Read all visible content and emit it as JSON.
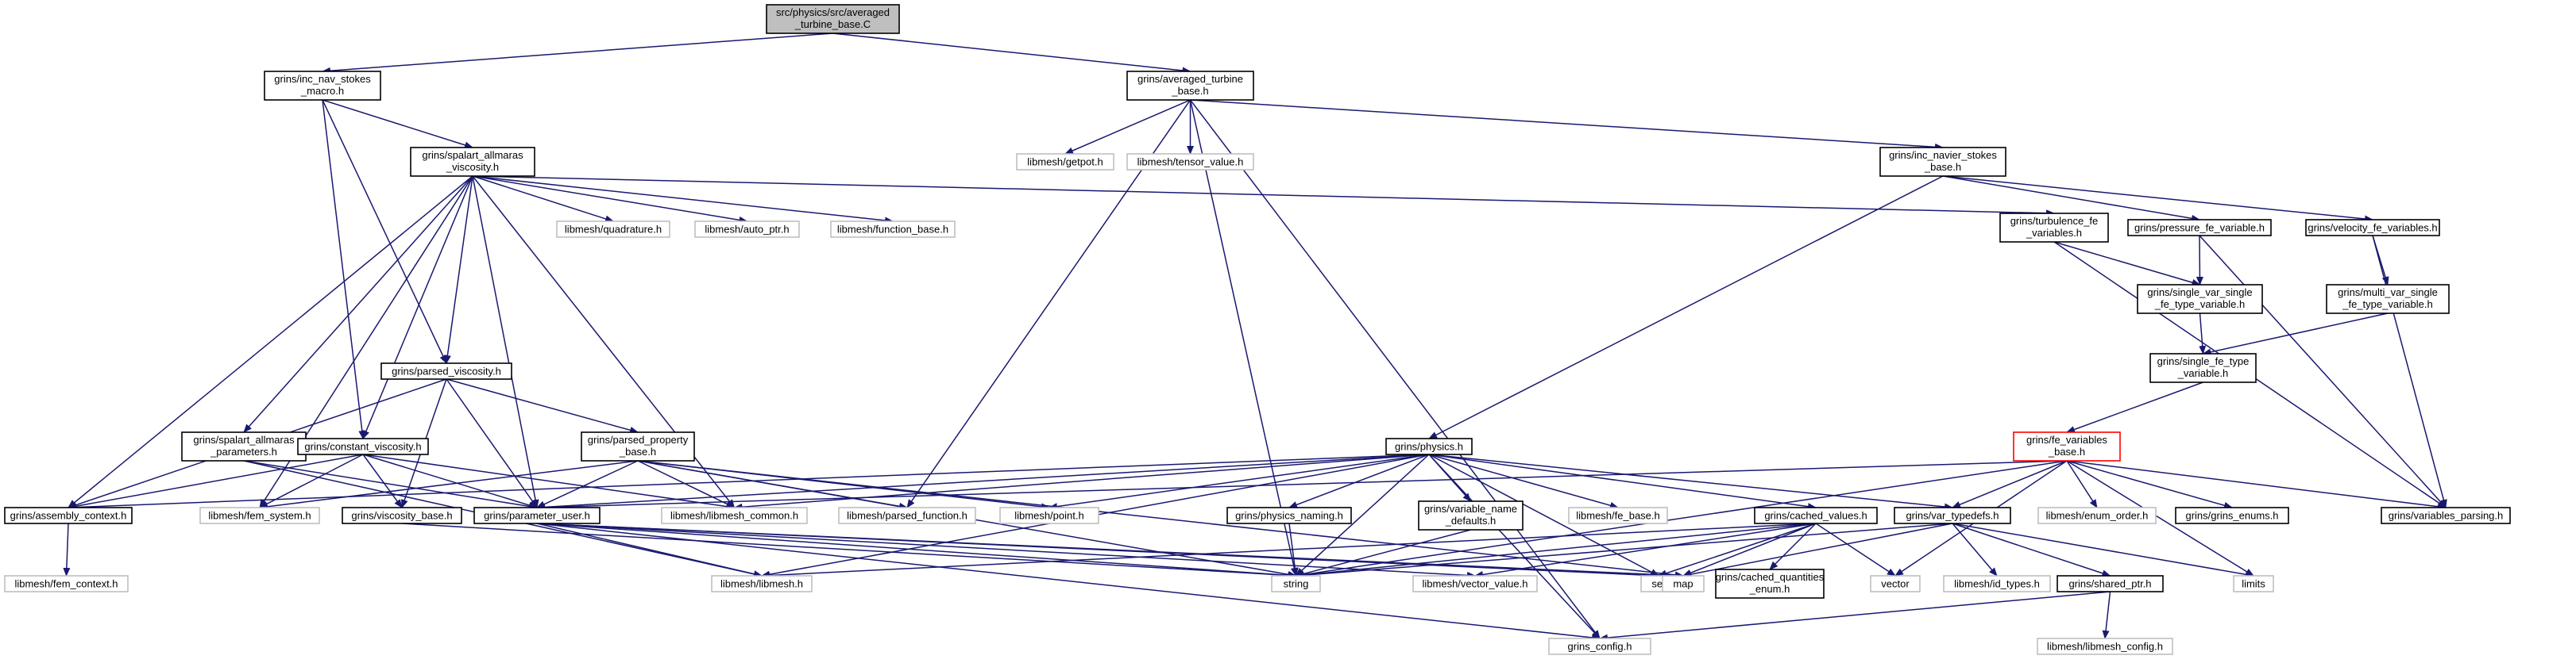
{
  "graph": {
    "edge_color": "#191970",
    "focus_fill": "#bfbfbf",
    "system_border": "#bfbfbf",
    "truncated_border": "#ff0000",
    "nodes": [
      {
        "id": "root",
        "lines": [
          "src/physics/src/averaged",
          "_turbine_base.C"
        ],
        "kind": "focus"
      },
      {
        "id": "ins_macro",
        "lines": [
          "grins/inc_nav_stokes",
          "_macro.h"
        ],
        "kind": "normal"
      },
      {
        "id": "avg_turb",
        "lines": [
          "grins/averaged_turbine",
          "_base.h"
        ],
        "kind": "normal"
      },
      {
        "id": "spalart_visc",
        "lines": [
          "grins/spalart_allmaras",
          "_viscosity.h"
        ],
        "kind": "normal"
      },
      {
        "id": "getpot",
        "lines": [
          "libmesh/getpot.h"
        ],
        "kind": "system"
      },
      {
        "id": "tensor_value",
        "lines": [
          "libmesh/tensor_value.h"
        ],
        "kind": "system"
      },
      {
        "id": "ins_base",
        "lines": [
          "grins/inc_navier_stokes",
          "_base.h"
        ],
        "kind": "normal"
      },
      {
        "id": "quadrature",
        "lines": [
          "libmesh/quadrature.h"
        ],
        "kind": "system"
      },
      {
        "id": "auto_ptr",
        "lines": [
          "libmesh/auto_ptr.h"
        ],
        "kind": "system"
      },
      {
        "id": "function_base",
        "lines": [
          "libmesh/function_base.h"
        ],
        "kind": "system"
      },
      {
        "id": "turb_fe",
        "lines": [
          "grins/turbulence_fe",
          "_variables.h"
        ],
        "kind": "normal"
      },
      {
        "id": "pressure_fe",
        "lines": [
          "grins/pressure_fe_variable.h"
        ],
        "kind": "normal"
      },
      {
        "id": "velocity_fe",
        "lines": [
          "grins/velocity_fe_variables.h"
        ],
        "kind": "normal"
      },
      {
        "id": "single_var_single",
        "lines": [
          "grins/single_var_single",
          "_fe_type_variable.h"
        ],
        "kind": "normal"
      },
      {
        "id": "multi_var_single",
        "lines": [
          "grins/multi_var_single",
          "_fe_type_variable.h"
        ],
        "kind": "normal"
      },
      {
        "id": "single_fe_type",
        "lines": [
          "grins/single_fe_type",
          "_variable.h"
        ],
        "kind": "normal"
      },
      {
        "id": "parsed_visc",
        "lines": [
          "grins/parsed_viscosity.h"
        ],
        "kind": "normal"
      },
      {
        "id": "fe_var_base",
        "lines": [
          "grins/fe_variables",
          "_base.h"
        ],
        "kind": "truncated"
      },
      {
        "id": "spalart_params",
        "lines": [
          "grins/spalart_allmaras",
          "_parameters.h"
        ],
        "kind": "normal"
      },
      {
        "id": "const_visc",
        "lines": [
          "grins/constant_viscosity.h"
        ],
        "kind": "normal"
      },
      {
        "id": "parsed_prop",
        "lines": [
          "grins/parsed_property",
          "_base.h"
        ],
        "kind": "normal"
      },
      {
        "id": "physics",
        "lines": [
          "grins/physics.h"
        ],
        "kind": "normal"
      },
      {
        "id": "assembly",
        "lines": [
          "grins/assembly_context.h"
        ],
        "kind": "normal"
      },
      {
        "id": "fem_system",
        "lines": [
          "libmesh/fem_system.h"
        ],
        "kind": "system"
      },
      {
        "id": "visc_base",
        "lines": [
          "grins/viscosity_base.h"
        ],
        "kind": "normal"
      },
      {
        "id": "param_user",
        "lines": [
          "grins/parameter_user.h"
        ],
        "kind": "normal"
      },
      {
        "id": "libmesh_common",
        "lines": [
          "libmesh/libmesh_common.h"
        ],
        "kind": "system"
      },
      {
        "id": "parsed_function",
        "lines": [
          "libmesh/parsed_function.h"
        ],
        "kind": "system"
      },
      {
        "id": "point",
        "lines": [
          "libmesh/point.h"
        ],
        "kind": "system"
      },
      {
        "id": "physics_naming",
        "lines": [
          "grins/physics_naming.h"
        ],
        "kind": "normal"
      },
      {
        "id": "var_name_defaults",
        "lines": [
          "grins/variable_name",
          "_defaults.h"
        ],
        "kind": "normal"
      },
      {
        "id": "fe_base",
        "lines": [
          "libmesh/fe_base.h"
        ],
        "kind": "system"
      },
      {
        "id": "cached_values",
        "lines": [
          "grins/cached_values.h"
        ],
        "kind": "normal"
      },
      {
        "id": "var_typedefs",
        "lines": [
          "grins/var_typedefs.h"
        ],
        "kind": "normal"
      },
      {
        "id": "enum_order",
        "lines": [
          "libmesh/enum_order.h"
        ],
        "kind": "system"
      },
      {
        "id": "grins_enums",
        "lines": [
          "grins/grins_enums.h"
        ],
        "kind": "normal"
      },
      {
        "id": "var_parsing",
        "lines": [
          "grins/variables_parsing.h"
        ],
        "kind": "normal"
      },
      {
        "id": "fem_context",
        "lines": [
          "libmesh/fem_context.h"
        ],
        "kind": "system"
      },
      {
        "id": "libmesh_h",
        "lines": [
          "libmesh/libmesh.h"
        ],
        "kind": "system"
      },
      {
        "id": "string",
        "lines": [
          "string"
        ],
        "kind": "system"
      },
      {
        "id": "vector_value",
        "lines": [
          "libmesh/vector_value.h"
        ],
        "kind": "system"
      },
      {
        "id": "set",
        "lines": [
          "set"
        ],
        "kind": "system"
      },
      {
        "id": "map",
        "lines": [
          "map"
        ],
        "kind": "system"
      },
      {
        "id": "cached_q_enum",
        "lines": [
          "grins/cached_quantities",
          "_enum.h"
        ],
        "kind": "normal"
      },
      {
        "id": "vector",
        "lines": [
          "vector"
        ],
        "kind": "system"
      },
      {
        "id": "id_types",
        "lines": [
          "libmesh/id_types.h"
        ],
        "kind": "system"
      },
      {
        "id": "shared_ptr",
        "lines": [
          "grins/shared_ptr.h"
        ],
        "kind": "normal"
      },
      {
        "id": "limits",
        "lines": [
          "limits"
        ],
        "kind": "system"
      },
      {
        "id": "grins_config",
        "lines": [
          "grins_config.h"
        ],
        "kind": "system"
      },
      {
        "id": "libmesh_config",
        "lines": [
          "libmesh/libmesh_config.h"
        ],
        "kind": "system"
      }
    ],
    "edges": [
      [
        "root",
        "ins_macro"
      ],
      [
        "root",
        "avg_turb"
      ],
      [
        "ins_macro",
        "spalart_visc"
      ],
      [
        "ins_macro",
        "parsed_visc"
      ],
      [
        "ins_macro",
        "const_visc"
      ],
      [
        "avg_turb",
        "getpot"
      ],
      [
        "avg_turb",
        "tensor_value"
      ],
      [
        "avg_turb",
        "ins_base"
      ],
      [
        "avg_turb",
        "parsed_function"
      ],
      [
        "avg_turb",
        "string"
      ],
      [
        "avg_turb",
        "grins_config"
      ],
      [
        "spalart_visc",
        "quadrature"
      ],
      [
        "spalart_visc",
        "auto_ptr"
      ],
      [
        "spalart_visc",
        "function_base"
      ],
      [
        "spalart_visc",
        "turb_fe"
      ],
      [
        "spalart_visc",
        "parsed_visc"
      ],
      [
        "spalart_visc",
        "spalart_params"
      ],
      [
        "spalart_visc",
        "const_visc"
      ],
      [
        "spalart_visc",
        "assembly"
      ],
      [
        "spalart_visc",
        "fem_system"
      ],
      [
        "spalart_visc",
        "param_user"
      ],
      [
        "spalart_visc",
        "libmesh_common"
      ],
      [
        "ins_base",
        "physics"
      ],
      [
        "ins_base",
        "pressure_fe"
      ],
      [
        "ins_base",
        "velocity_fe"
      ],
      [
        "turb_fe",
        "single_var_single"
      ],
      [
        "turb_fe",
        "var_parsing"
      ],
      [
        "pressure_fe",
        "single_var_single"
      ],
      [
        "pressure_fe",
        "var_parsing"
      ],
      [
        "velocity_fe",
        "multi_var_single"
      ],
      [
        "velocity_fe",
        "var_parsing"
      ],
      [
        "single_var_single",
        "single_fe_type"
      ],
      [
        "multi_var_single",
        "single_fe_type"
      ],
      [
        "single_fe_type",
        "fe_var_base"
      ],
      [
        "parsed_visc",
        "parsed_prop"
      ],
      [
        "parsed_visc",
        "visc_base"
      ],
      [
        "parsed_visc",
        "param_user"
      ],
      [
        "parsed_visc",
        "assembly"
      ],
      [
        "spalart_params",
        "param_user"
      ],
      [
        "spalart_params",
        "libmesh_h"
      ],
      [
        "const_visc",
        "visc_base"
      ],
      [
        "const_visc",
        "param_user"
      ],
      [
        "const_visc",
        "assembly"
      ],
      [
        "const_visc",
        "fem_system"
      ],
      [
        "const_visc",
        "libmesh_common"
      ],
      [
        "parsed_prop",
        "fem_system"
      ],
      [
        "parsed_prop",
        "param_user"
      ],
      [
        "parsed_prop",
        "libmesh_common"
      ],
      [
        "parsed_prop",
        "parsed_function"
      ],
      [
        "parsed_prop",
        "point"
      ],
      [
        "parsed_prop",
        "string"
      ],
      [
        "parsed_prop",
        "map"
      ],
      [
        "physics",
        "param_user"
      ],
      [
        "physics",
        "libmesh_common"
      ],
      [
        "physics",
        "point"
      ],
      [
        "physics",
        "physics_naming"
      ],
      [
        "physics",
        "var_name_defaults"
      ],
      [
        "physics",
        "fe_base"
      ],
      [
        "physics",
        "cached_values"
      ],
      [
        "physics",
        "var_typedefs"
      ],
      [
        "physics",
        "libmesh_h"
      ],
      [
        "physics",
        "string"
      ],
      [
        "physics",
        "set"
      ],
      [
        "physics",
        "grins_config"
      ],
      [
        "physics",
        "assembly"
      ],
      [
        "fe_var_base",
        "var_typedefs"
      ],
      [
        "fe_var_base",
        "enum_order"
      ],
      [
        "fe_var_base",
        "grins_enums"
      ],
      [
        "fe_var_base",
        "var_parsing"
      ],
      [
        "fe_var_base",
        "string"
      ],
      [
        "fe_var_base",
        "vector"
      ],
      [
        "fe_var_base",
        "limits"
      ],
      [
        "fe_var_base",
        "param_user"
      ],
      [
        "assembly",
        "fem_context"
      ],
      [
        "visc_base",
        "string"
      ],
      [
        "param_user",
        "string"
      ],
      [
        "param_user",
        "libmesh_h"
      ],
      [
        "param_user",
        "vector_value"
      ],
      [
        "param_user",
        "set"
      ],
      [
        "param_user",
        "map"
      ],
      [
        "param_user",
        "grins_config"
      ],
      [
        "physics_naming",
        "string"
      ],
      [
        "var_name_defaults",
        "string"
      ],
      [
        "cached_values",
        "cached_q_enum"
      ],
      [
        "cached_values",
        "vector_value"
      ],
      [
        "cached_values",
        "set"
      ],
      [
        "cached_values",
        "map"
      ],
      [
        "cached_values",
        "vector"
      ],
      [
        "cached_values",
        "string"
      ],
      [
        "cached_values",
        "libmesh_h"
      ],
      [
        "var_typedefs",
        "id_types"
      ],
      [
        "var_typedefs",
        "shared_ptr"
      ],
      [
        "var_typedefs",
        "map"
      ],
      [
        "var_typedefs",
        "limits"
      ],
      [
        "var_typedefs",
        "string"
      ],
      [
        "shared_ptr",
        "grins_config"
      ],
      [
        "shared_ptr",
        "libmesh_config"
      ]
    ]
  }
}
